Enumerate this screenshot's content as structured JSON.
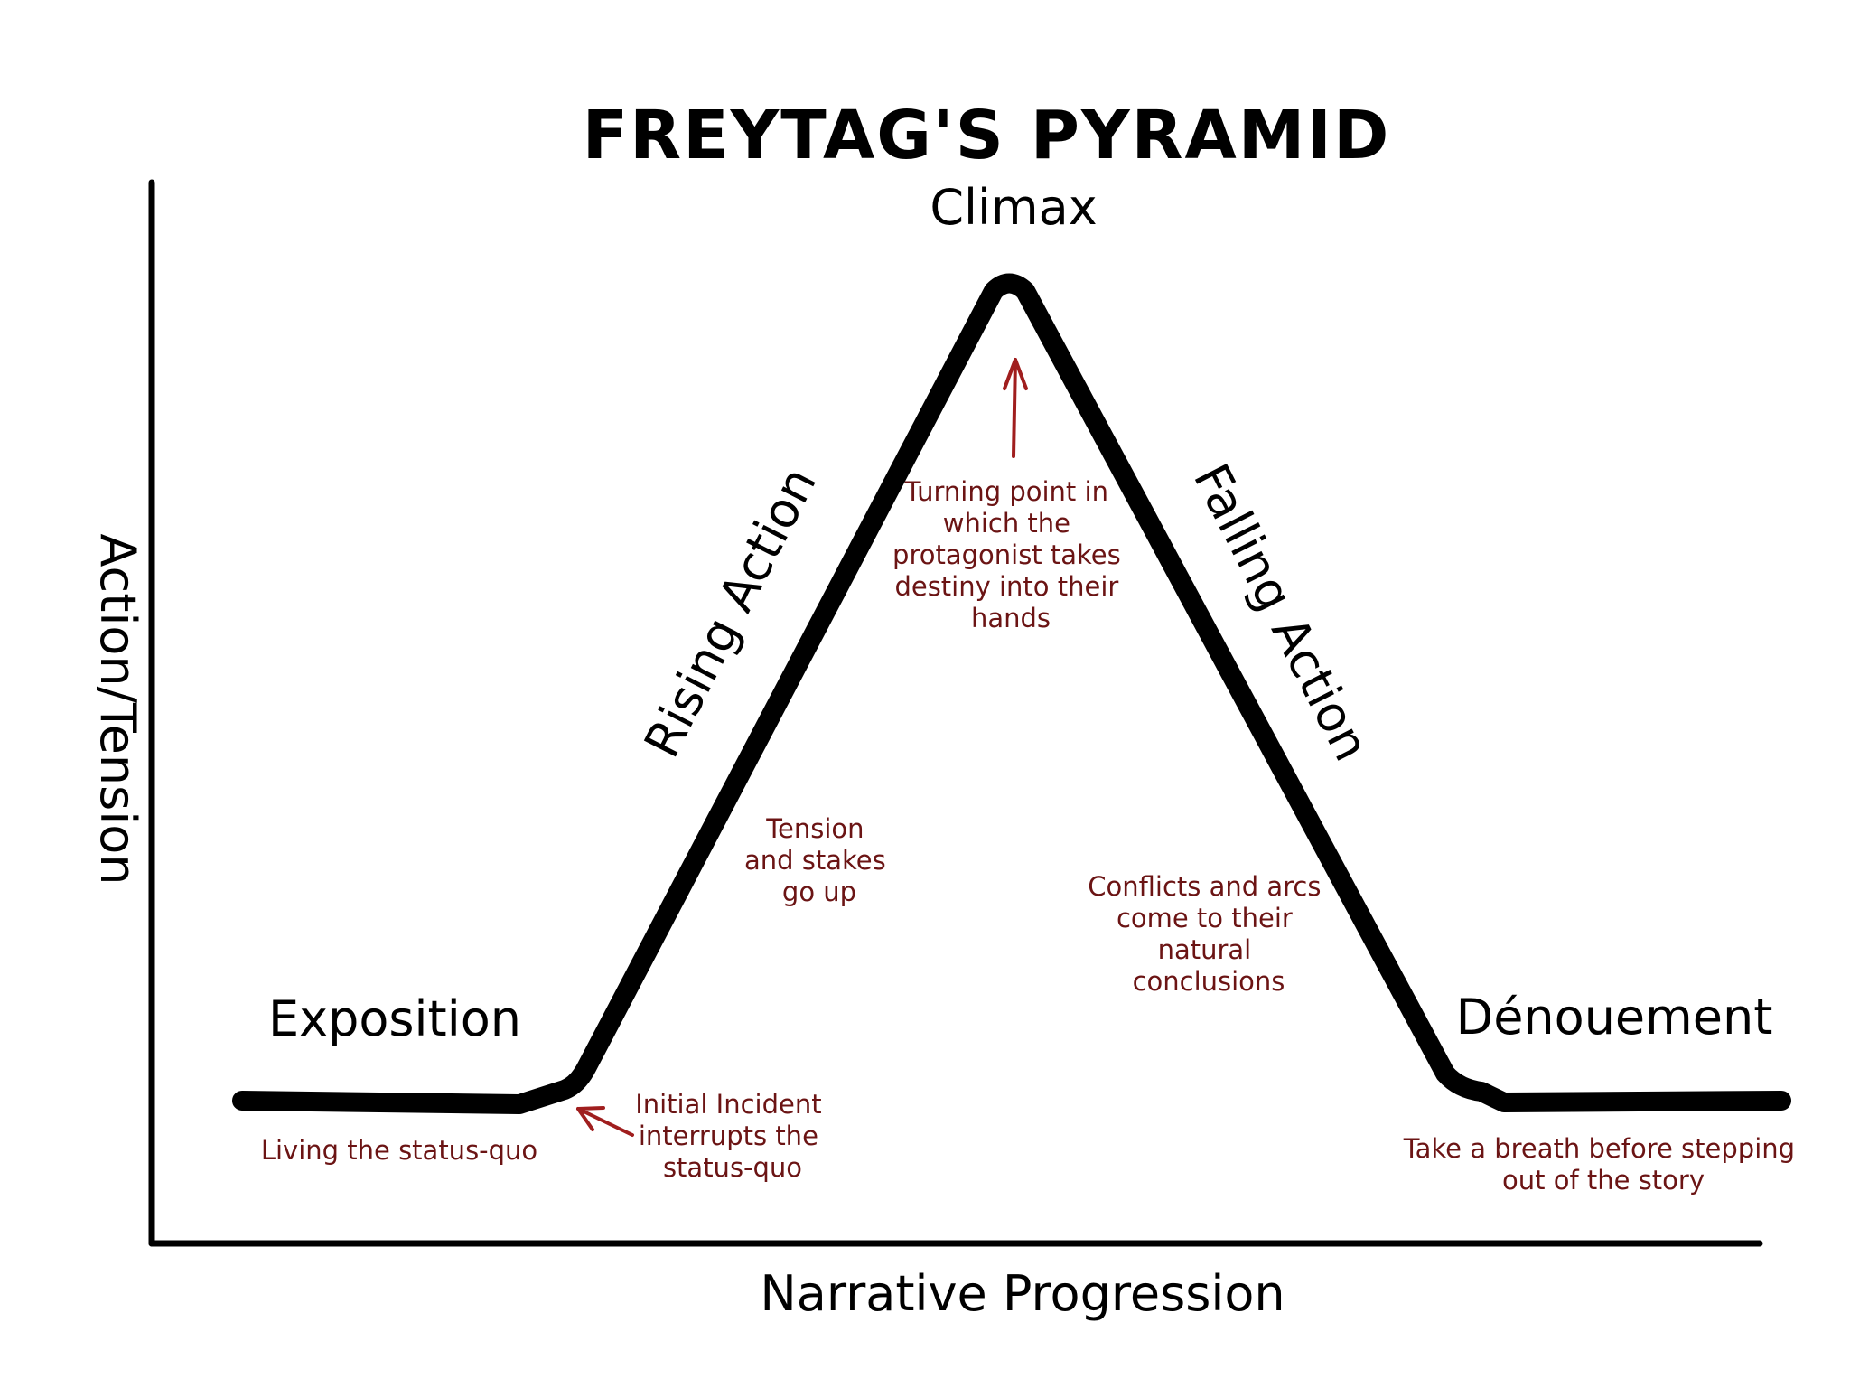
{
  "title": "FREYTAG'S PYRAMID",
  "axes": {
    "y_label": "Action/Tension",
    "x_label": "Narrative Progression"
  },
  "stages": {
    "exposition": "Exposition",
    "rising_action": "Rising Action",
    "climax": "Climax",
    "falling_action": "Falling Action",
    "denouement": "Dénouement"
  },
  "notes": {
    "exposition": "Living the status-quo",
    "initial_incident": [
      "Initial Incident",
      "interrupts the",
      "status-quo"
    ],
    "rising_action": [
      "Tension",
      "and stakes",
      "go up"
    ],
    "climax": [
      "Turning point in",
      "which the",
      "protagonist takes",
      "destiny into their",
      "hands"
    ],
    "falling_action": [
      "Conflicts and arcs",
      "come to their",
      "natural",
      "conclusions"
    ],
    "denouement": [
      "Take a breath before stepping",
      "out of the story"
    ]
  },
  "colors": {
    "curve": "#000000",
    "annotation": "#6b1414",
    "arrow": "#a01e1e"
  }
}
